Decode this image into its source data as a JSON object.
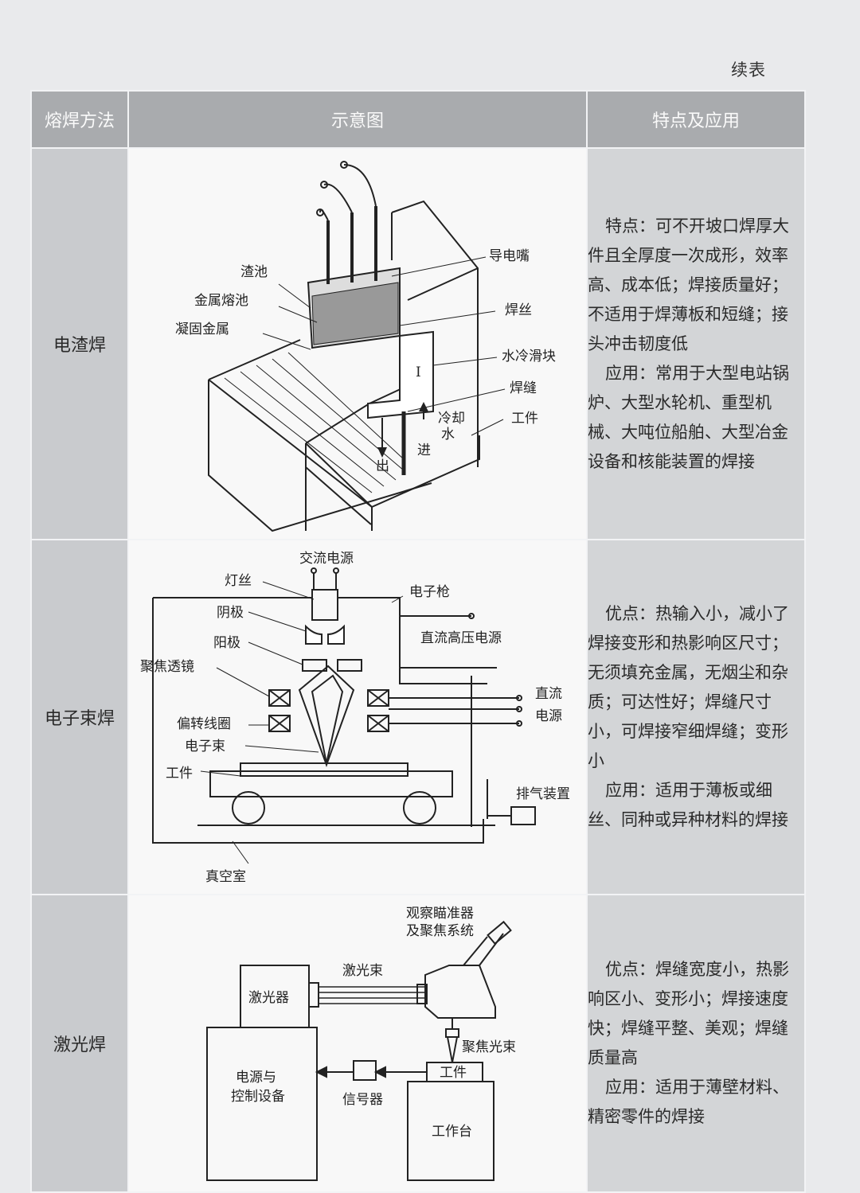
{
  "page": {
    "continued_label": "续表"
  },
  "header": {
    "col_method": "熔焊方法",
    "col_diagram": "示意图",
    "col_features": "特点及应用"
  },
  "rows": [
    {
      "method": "电渣焊",
      "features": "特点：可不开坡口焊厚大件且全厚度一次成形，效率高、成本低；焊接质量好；不适用于焊薄板和短缝；接头冲击韧度低",
      "applications": "应用：常用于大型电站锅炉、大型水轮机、重型机械、大吨位船舶、大型冶金设备和核能装置的焊接",
      "labels": {
        "slag_pool": "渣池",
        "metal_pool": "金属熔池",
        "solid_metal": "凝固金属",
        "nozzle": "导电嘴",
        "wire": "焊丝",
        "shoe": "水冷滑块",
        "seam": "焊缝",
        "cooling": "冷却",
        "water": "水",
        "work": "工件",
        "inlet": "进",
        "outlet": "出",
        "mark": "I"
      }
    },
    {
      "method": "电子束焊",
      "features": "优点：热输入小，减小了焊接变形和热影响区尺寸；无须填充金属，无烟尘和杂质；可达性好；焊缝尺寸小，可焊接窄细焊缝；变形小",
      "applications": "应用：适用于薄板或细丝、同种或异种材料的焊接",
      "labels": {
        "ac_power": "交流电源",
        "filament": "灯丝",
        "gun": "电子枪",
        "cathode": "阴极",
        "anode": "阳极",
        "hv_dc": "直流高压电源",
        "lens": "聚焦透镜",
        "dc1": "直流",
        "dc2": "电源",
        "coil": "偏转线圈",
        "beam": "电子束",
        "work": "工件",
        "exhaust": "排气装置",
        "vacuum": "真空室"
      }
    },
    {
      "method": "激光焊",
      "features": "优点：焊缝宽度小，热影响区小、变形小；焊接速度快；焊缝平整、美观；焊缝质量高",
      "applications": "应用：适用于薄壁材料、精密零件的焊接",
      "labels": {
        "observe1": "观察瞄准器",
        "observe2": "及聚焦系统",
        "beam": "激光束",
        "laser": "激光器",
        "focus": "聚焦光束",
        "power1": "电源与",
        "power2": "控制设备",
        "signal": "信号器",
        "work": "工件",
        "table": "工作台"
      }
    }
  ]
}
